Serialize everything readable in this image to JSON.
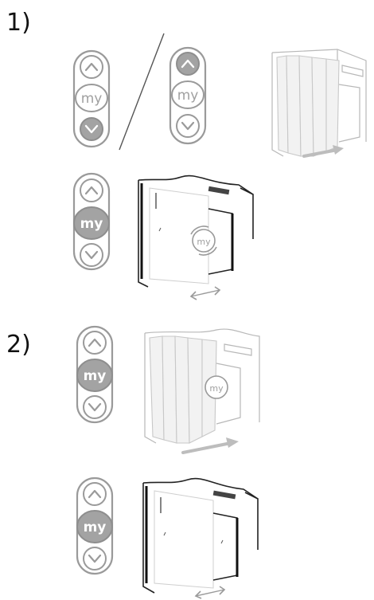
{
  "steps": [
    {
      "label": "1)"
    },
    {
      "label": "2)"
    }
  ],
  "remote": {
    "my_label": "my"
  }
}
